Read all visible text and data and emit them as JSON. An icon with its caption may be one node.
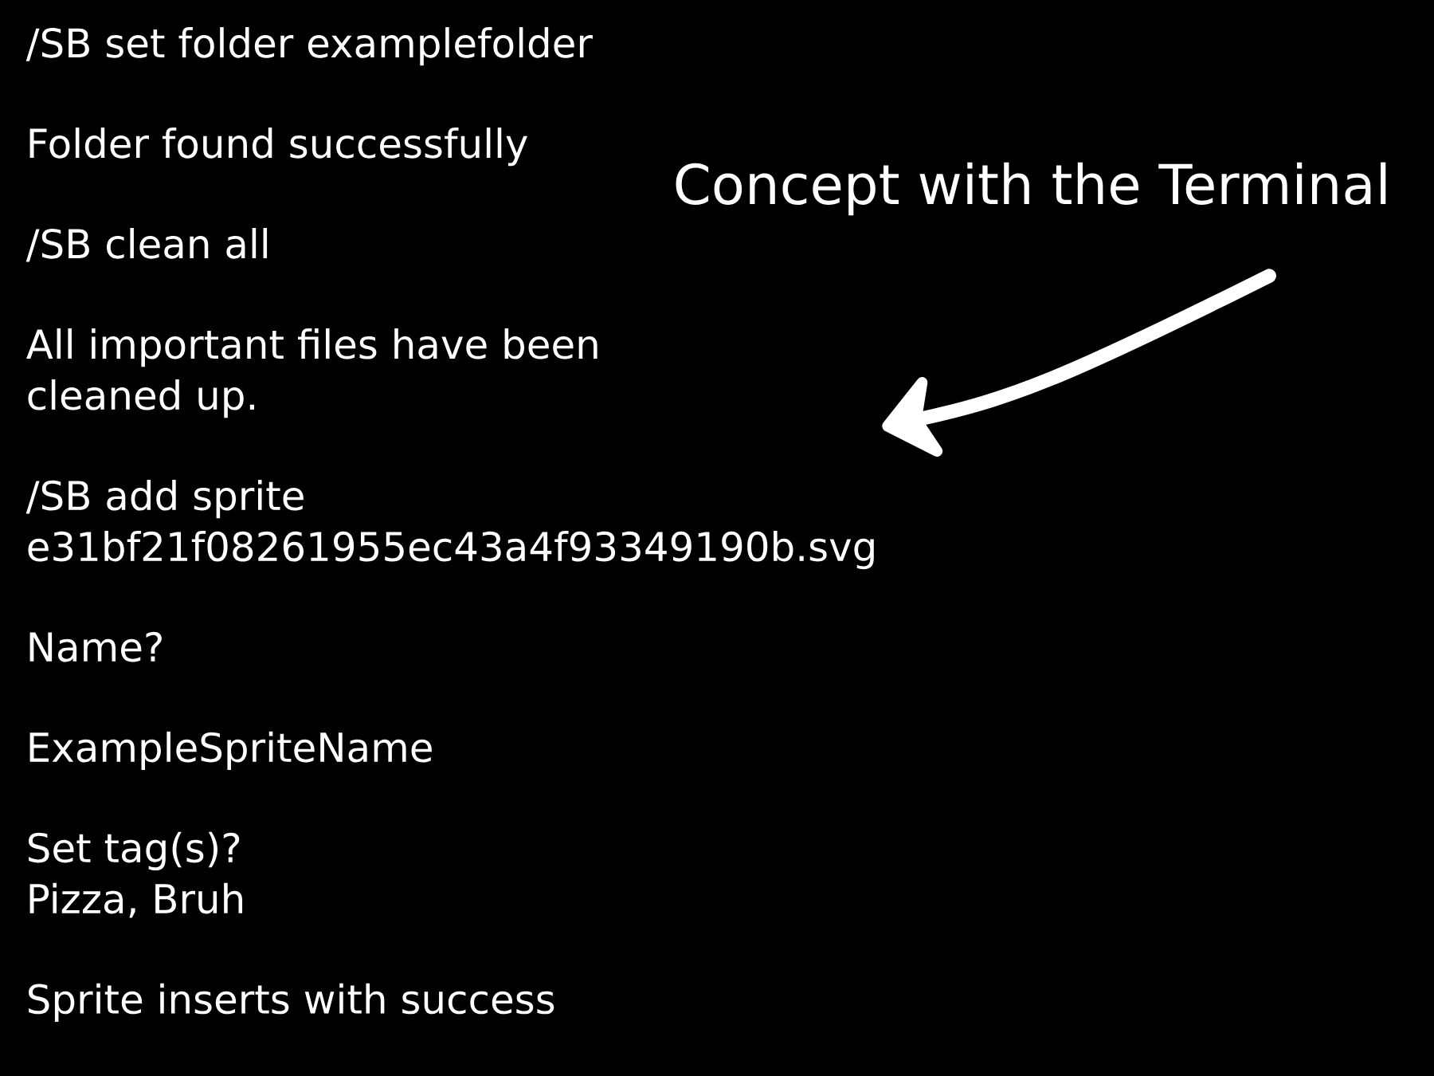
{
  "diagram": {
    "nodes": [
      {
        "text": [
          "/SB set folder examplefolder",
          "Folder found successfully",
          "/SB clean all",
          "All important files have been cleaned up.",
          "/SB add sprite e31bf21f08261955ec43a4f93349190b.svg",
          "Name?",
          "ExampleSpriteName",
          "Set tag(s)?",
          "Pizza, Bruh",
          "Sprite inserts with success"
        ]
      },
      {
        "text": [
          "Concept with the Terminal"
        ]
      }
    ],
    "edges": [
      {
        "from": 1,
        "to": 0,
        "arrow": "to"
      }
    ]
  }
}
